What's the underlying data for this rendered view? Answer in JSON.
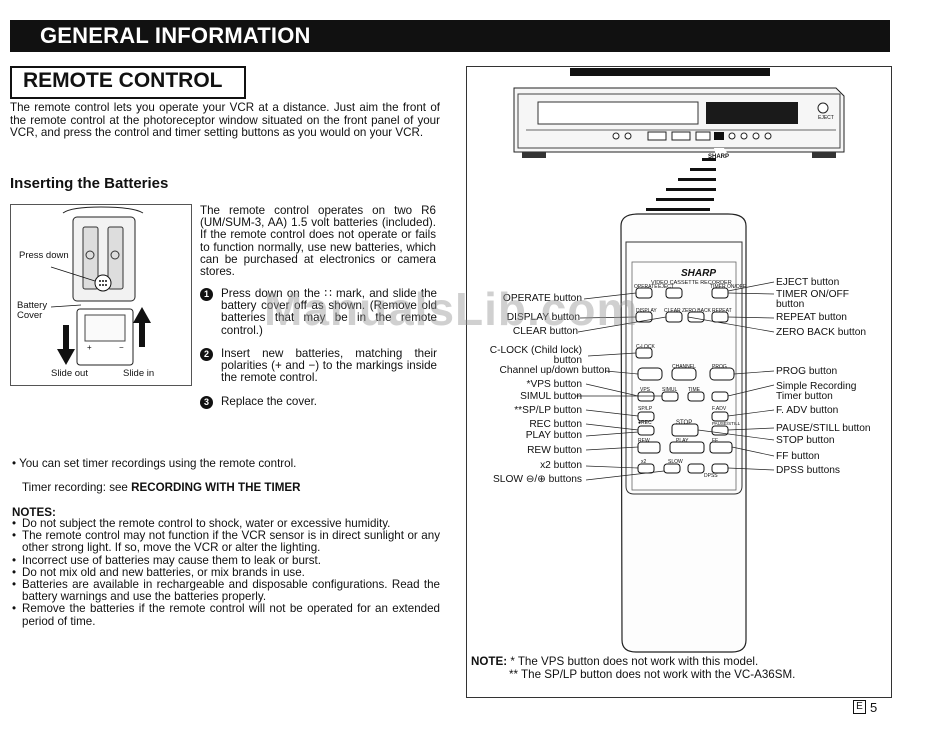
{
  "header": {
    "title": "GENERAL INFORMATION"
  },
  "section": {
    "title": "REMOTE CONTROL"
  },
  "intro": "The remote control lets you operate your VCR at a distance. Just aim the front of the remote control at the photoreceptor window situated on the front panel of your VCR, and press the control and timer setting buttons as you would on your VCR.",
  "batteries": {
    "heading": "Inserting the Batteries",
    "figure_labels": {
      "press_down": "Press down",
      "battery_cover": "Battery Cover",
      "slide_out": "Slide out",
      "slide_in": "Slide in",
      "pos": "+",
      "neg": "−"
    },
    "text": "The remote control operates on two R6 (UM/SUM-3, AA) 1.5 volt batteries (included). If the remote control does not operate or fails to function normally, use new batteries, which can be purchased at electronics or camera stores.",
    "steps": [
      {
        "num": "1",
        "text": "Press down on the ∷ mark, and slide the battery cover off as shown. (Remove old batteries that may be in the remote control.)"
      },
      {
        "num": "2",
        "text": "Insert new batteries, matching their polarities (+ and −) to the markings inside the remote control."
      },
      {
        "num": "3",
        "text": "Replace the cover."
      }
    ]
  },
  "timer": {
    "bullet": "• You can set timer recordings using the remote control.",
    "prefix": "Timer recording: see ",
    "ref": "RECORDING WITH THE TIMER"
  },
  "notes": {
    "heading": "NOTES:",
    "items": [
      "Do not subject the remote control to shock, water or excessive humidity.",
      "The remote control may not function if the VCR sensor is in direct sunlight or any other strong light. If so, move the VCR or alter the lighting.",
      "Incorrect use of batteries may cause them to leak or burst.",
      "Do not mix old and new batteries, or mix brands in use.",
      "Batteries are available in rechargeable and disposable configurations. Read the battery warnings and use the batteries properly.",
      "Remove the batteries if the remote control will not be operated for an extended period of time."
    ]
  },
  "vcr": {
    "brand": "SHARP",
    "eject": "EJECT"
  },
  "remote": {
    "brand": "SHARP",
    "subtitle": "VIDEO CASSETTE RECORDER",
    "keys": {
      "operate": "OPERATE",
      "eject": "EJECT",
      "timer": "TIMER ON/OFF",
      "display": "DISPLAY",
      "clear": "CLEAR",
      "zeroback": "ZERO BACK",
      "repeat": "REPEAT",
      "clock": "C-LOCK",
      "channel": "CHANNEL",
      "prog": "PROG",
      "vps": "VPS",
      "simul": "SIMUL",
      "time": "TIME",
      "splp": "SP/LP",
      "fadv": "F.ADV",
      "rec": "●REC",
      "pause": "PAUSE/STILL",
      "stop": "STOP",
      "play": "PLAY",
      "rew": "REW",
      "ff": "FF",
      "x2": "x2",
      "slow": "SLOW",
      "dpss": "DPSS"
    }
  },
  "callouts": {
    "left": [
      "OPERATE button",
      "DISPLAY button",
      "CLEAR button",
      "C-LOCK (Child lock)",
      "button",
      "Channel up/down button",
      "*VPS button",
      "SIMUL button",
      "**SP/LP button",
      "REC button",
      "PLAY button",
      "REW button",
      "x2 button",
      "SLOW ⊖/⊕ buttons"
    ],
    "right": [
      "EJECT button",
      "TIMER ON/OFF",
      "button",
      "REPEAT button",
      "ZERO BACK button",
      "PROG button",
      "Simple Recording",
      "Timer button",
      "F. ADV button",
      "PAUSE/STILL button",
      "STOP button",
      "FF button",
      "DPSS buttons"
    ]
  },
  "note_bottom": {
    "label": "NOTE:",
    "line1": "* The VPS button does not work with this model.",
    "line2": "** The SP/LP button does not work with the VC-A36SM."
  },
  "page": {
    "letter": "E",
    "number": "5"
  },
  "watermark": "ManualsLib.com"
}
